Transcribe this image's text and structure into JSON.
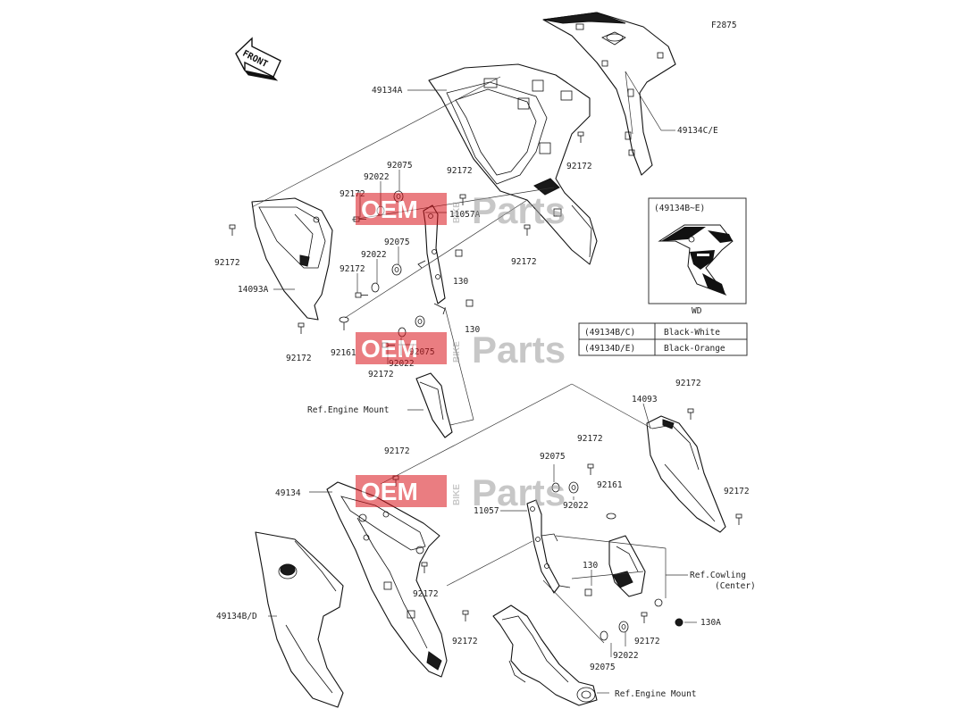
{
  "figure_code": "F2875",
  "front_label": "FRONT",
  "watermark": {
    "oem": "OEM",
    "bike": "BIKE",
    "parts": "Parts"
  },
  "colors": {
    "watermark_red": "#d9141b",
    "watermark_grey": "#9a9a9a",
    "line": "#111111"
  },
  "labels": {
    "p49134A": "49134A",
    "p49134CE": "49134C/E",
    "p92172_a": "92172",
    "p92075_a": "92075",
    "p92022_a": "92022",
    "p92172_b": "92172",
    "p11057A": "11057A",
    "p92172_c": "92172",
    "p92172_d": "92172",
    "p92075_b": "92075",
    "p92022_b": "92022",
    "p92172_e": "92172",
    "p14093A": "14093A",
    "p130_a": "130",
    "p130_b": "130",
    "p92172_f": "92172",
    "p92161_a": "92161",
    "p92075_c": "92075",
    "p92022_c": "92022",
    "p92172_g": "92172",
    "p92172_h": "92172",
    "ref_engine_mount_a": "Ref.Engine Mount",
    "p14093": "14093",
    "p92172_i": "92172",
    "p92172_j": "92172",
    "p92172_k": "92172",
    "p49134": "49134",
    "p92075_d": "92075",
    "p92172_l": "92172",
    "p92161_b": "92161",
    "p11057": "11057",
    "p92022_d": "92022",
    "p130_c": "130",
    "p92172_m": "92172",
    "ref_cowling": "Ref.Cowling",
    "ref_cowling_sub": "(Center)",
    "p130A": "130A",
    "p49134BD": "49134B/D",
    "p92172_n": "92172",
    "p92172_o": "92172",
    "p92075_e": "92075",
    "p92022_e": "92022",
    "ref_engine_mount_b": "Ref.Engine Mount"
  },
  "inset": {
    "title": "(49134B~E)",
    "caption": "WD"
  },
  "color_table": [
    {
      "code": "(49134B/C)",
      "color": "Black-White"
    },
    {
      "code": "(49134D/E)",
      "color": "Black-Orange"
    }
  ]
}
